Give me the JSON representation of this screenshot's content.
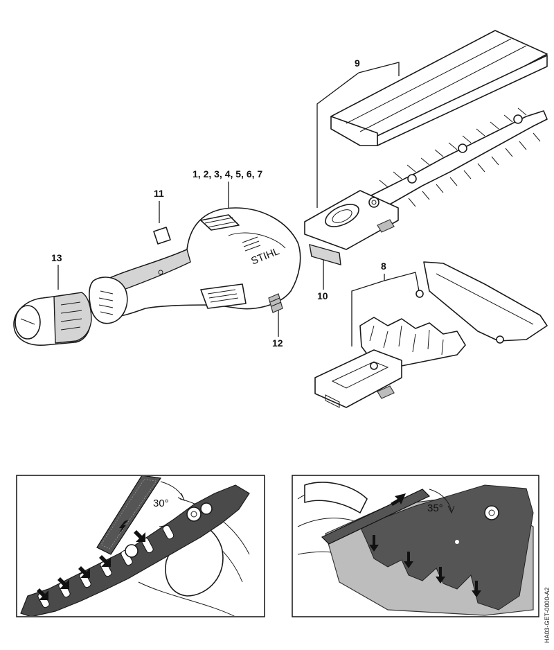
{
  "callouts": {
    "c9": "9",
    "c1to7": "1, 2, 3, 4, 5, 6, 7",
    "c11": "11",
    "c13": "13",
    "c10": "10",
    "c8": "8",
    "c12": "12"
  },
  "brand_text": "STIHL",
  "detail_left": {
    "angle": "30°"
  },
  "detail_right": {
    "angle": "35°"
  },
  "document_id": "HA03-GET-0000-A2",
  "colors": {
    "line": "#1a1a1a",
    "blade": "#4a4a4a",
    "shade": "#d4d4d4"
  }
}
